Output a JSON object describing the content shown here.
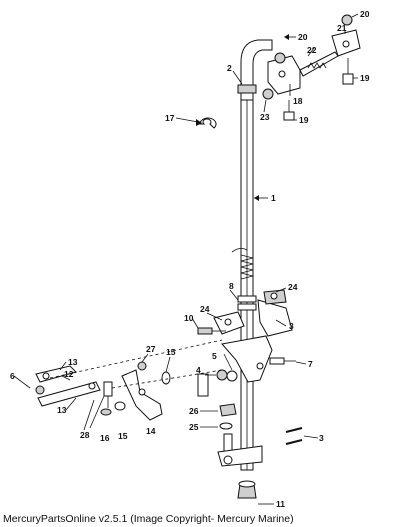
{
  "footer": {
    "caption": "MercuryPartsOnline v2.5.1 (Image Copyright- Mercury Marine)"
  },
  "callouts": {
    "c20a": "20",
    "c20b": "20",
    "c22": "22",
    "c21": "21",
    "c2": "2",
    "c19a": "19",
    "c18": "18",
    "c23": "23",
    "c19b": "19",
    "c17": "17",
    "c1": "1",
    "c24a": "24",
    "c8": "8",
    "c24b": "24",
    "c3a": "3",
    "c10": "10",
    "c27": "27",
    "c15a": "15",
    "c5": "5",
    "c7": "7",
    "c6": "6",
    "c13a": "13",
    "c12": "12",
    "c13b": "13",
    "c4": "4",
    "c26": "26",
    "c25": "25",
    "c28": "28",
    "c16": "16",
    "c15b": "15",
    "c14": "14",
    "c3b": "3",
    "c11": "11"
  }
}
